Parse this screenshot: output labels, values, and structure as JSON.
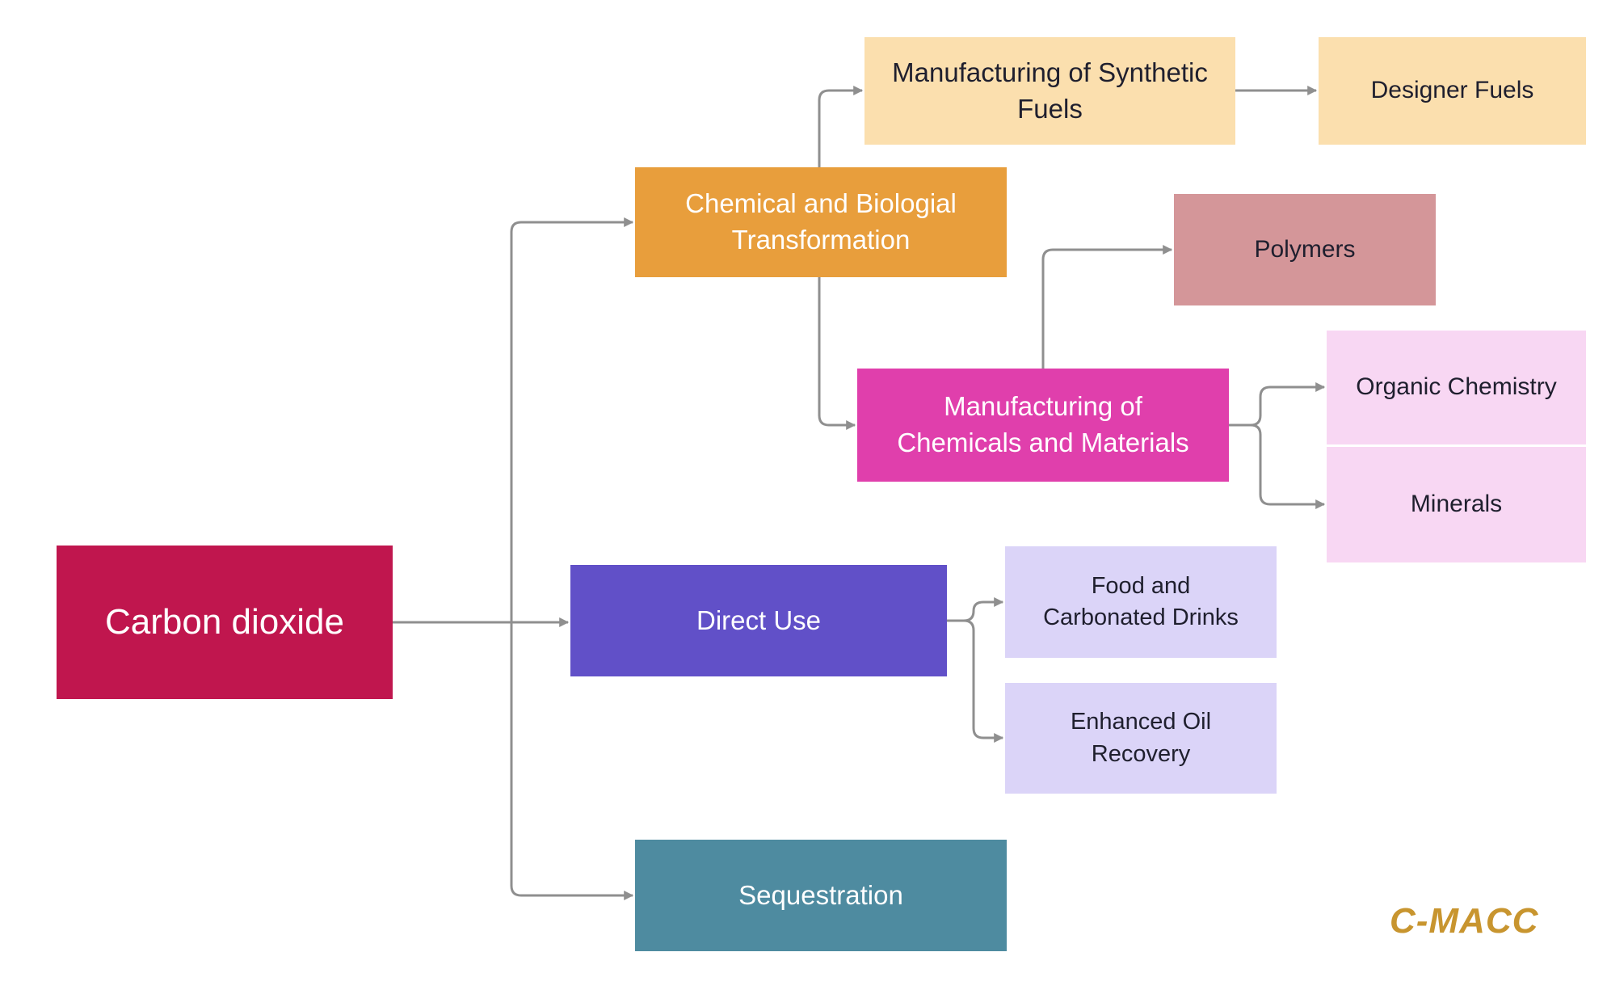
{
  "diagram": {
    "title": "Carbon dioxide uses flowchart",
    "nodes": {
      "carbon_dioxide": {
        "label": "Carbon dioxide",
        "bg": "#C0164E",
        "fg": "#FFFFFF"
      },
      "chemical_transformation": {
        "label": "Chemical and Biologial Transformation",
        "bg": "#E89E3C",
        "fg": "#FFFFFF"
      },
      "synthetic_fuels": {
        "label": "Manufacturing of Synthetic Fuels",
        "bg": "#FBDFAE",
        "fg": "#1F1F2E"
      },
      "designer_fuels": {
        "label": "Designer Fuels",
        "bg": "#FBDFAE",
        "fg": "#1F1F2E"
      },
      "polymers": {
        "label": "Polymers",
        "bg": "#D49699",
        "fg": "#1F1F2E"
      },
      "chemicals_materials": {
        "label": "Manufacturing of Chemicals and Materials",
        "bg": "#E03FAC",
        "fg": "#FFFFFF"
      },
      "organic_chemistry": {
        "label": "Organic Chemistry",
        "bg": "#F8D7F3",
        "fg": "#1F1F2E"
      },
      "minerals": {
        "label": "Minerals",
        "bg": "#F8D7F3",
        "fg": "#1F1F2E"
      },
      "direct_use": {
        "label": "Direct Use",
        "bg": "#6150C8",
        "fg": "#FFFFFF"
      },
      "food_drinks": {
        "label": "Food and Carbonated Drinks",
        "bg": "#DBD4F8",
        "fg": "#1F1F2E"
      },
      "enhanced_oil_recovery": {
        "label": "Enhanced Oil Recovery",
        "bg": "#DBD4F8",
        "fg": "#1F1F2E"
      },
      "sequestration": {
        "label": "Sequestration",
        "bg": "#4E8BA0",
        "fg": "#FFFFFF"
      }
    },
    "connector_color": "#8F8F8F",
    "logo": {
      "text": "C-MACC",
      "color": "#C8952F"
    }
  }
}
